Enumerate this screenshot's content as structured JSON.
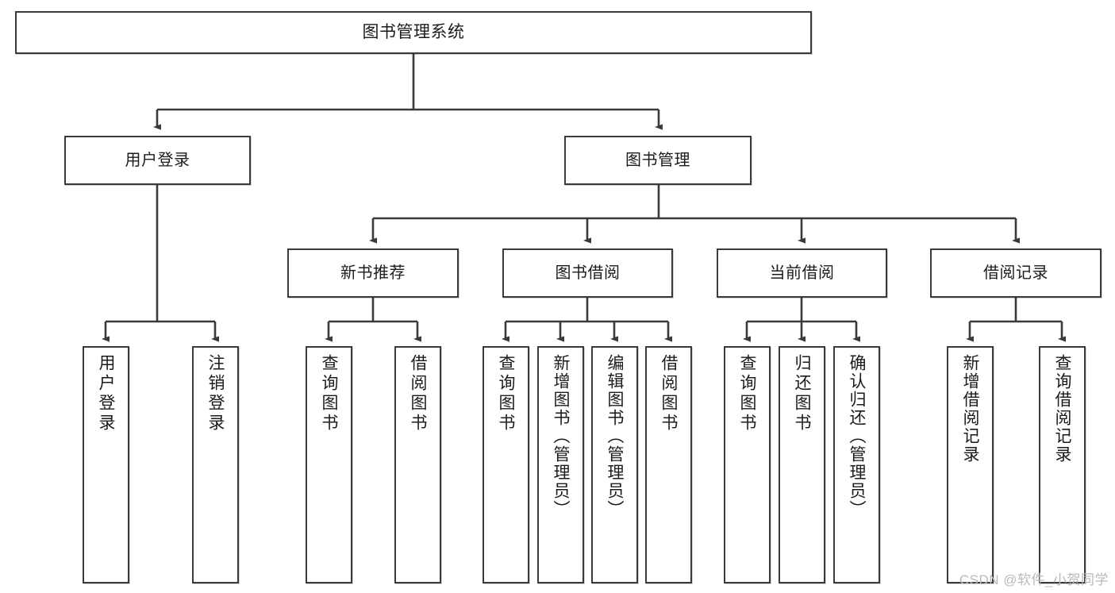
{
  "diagram": {
    "type": "tree-hierarchy",
    "title": "图书管理系统",
    "watermark": "CSDN @软件_小贺同学",
    "colors": {
      "box_border": "#3a3a3a",
      "box_fill": "#ffffff",
      "connector": "#3a3a3a",
      "text": "#1b1b1b",
      "watermark": "#b9b9b9"
    },
    "nodes": {
      "root": {
        "label": "图书管理系统",
        "level": 1
      },
      "level2": [
        {
          "id": "user-login",
          "label": "用户登录"
        },
        {
          "id": "book-management",
          "label": "图书管理"
        }
      ],
      "level3": [
        {
          "id": "new-book-recommend",
          "label": "新书推荐"
        },
        {
          "id": "book-borrow",
          "label": "图书借阅"
        },
        {
          "id": "current-borrow",
          "label": "当前借阅"
        },
        {
          "id": "borrow-record",
          "label": "借阅记录"
        }
      ],
      "leaves": {
        "user-login": [
          {
            "id": "leaf-user-login",
            "label": "用户登录"
          },
          {
            "id": "leaf-logout",
            "label": "注销登录"
          }
        ],
        "new-book-recommend": [
          {
            "id": "leaf-query-book-1",
            "label": "查询图书"
          },
          {
            "id": "leaf-borrow-book-1",
            "label": "借阅图书"
          }
        ],
        "book-borrow": [
          {
            "id": "leaf-query-book-2",
            "label": "查询图书"
          },
          {
            "id": "leaf-add-book",
            "label": "新增图书（管理员）"
          },
          {
            "id": "leaf-edit-book",
            "label": "编辑图书（管理员）"
          },
          {
            "id": "leaf-borrow-book-2",
            "label": "借阅图书"
          }
        ],
        "current-borrow": [
          {
            "id": "leaf-query-book-3",
            "label": "查询图书"
          },
          {
            "id": "leaf-return-book",
            "label": "归还图书"
          },
          {
            "id": "leaf-confirm-return",
            "label": "确认归还（管理员）"
          }
        ],
        "borrow-record": [
          {
            "id": "leaf-add-record",
            "label": "新增借阅记录"
          },
          {
            "id": "leaf-query-record",
            "label": "查询借阅记录"
          }
        ]
      }
    }
  }
}
